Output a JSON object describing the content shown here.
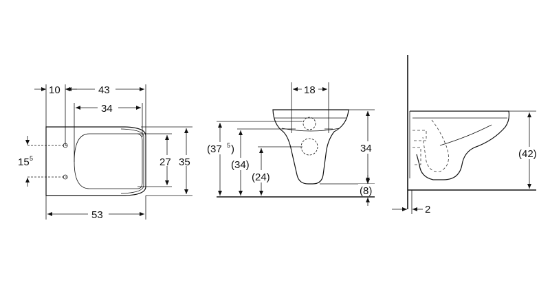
{
  "drawing": {
    "top_view": {
      "d_left_offset": "10",
      "d_overall_top": "43",
      "d_seat_width": "34",
      "d_bolt_spacing_main": "15",
      "d_bolt_spacing_sup": "5",
      "d_inner_depth": "27",
      "d_overall_depth": "35",
      "d_overall_bottom": "53"
    },
    "front_view": {
      "d_bolt_top": "18",
      "d_total_height_main": "(37",
      "d_total_height_sup": "5",
      "d_total_height_close": ")",
      "d_mid_height": "(34)",
      "d_low_height": "(24)",
      "d_right_height": "34",
      "d_bottom_offset": "(8)"
    },
    "side_view": {
      "d_height": "(42)",
      "d_wall_offset": "2"
    }
  }
}
